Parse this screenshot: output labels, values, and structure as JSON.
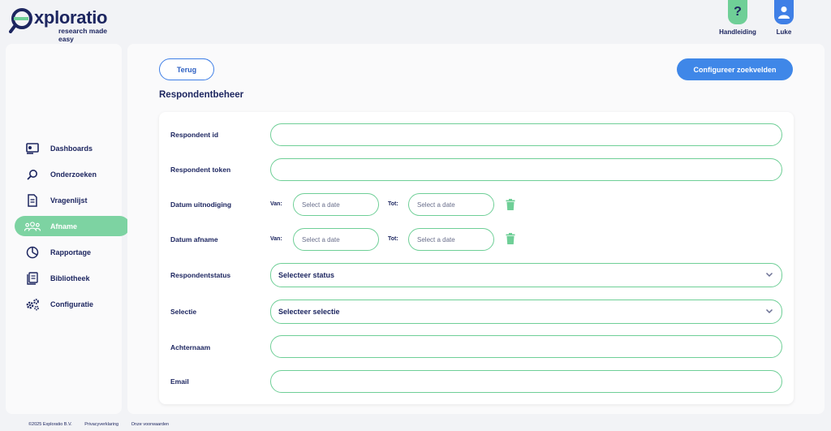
{
  "brand": {
    "name": "xploratio",
    "tagline": "research made easy",
    "mark_letter": "e"
  },
  "header": {
    "help_label": "Handleiding",
    "help_glyph": "?",
    "user_label": "Luke"
  },
  "sidebar": {
    "items": [
      {
        "label": "Dashboards",
        "icon": "dashboard-icon",
        "active": false
      },
      {
        "label": "Onderzoeken",
        "icon": "search-icon",
        "active": false
      },
      {
        "label": "Vragenlijst",
        "icon": "document-icon",
        "active": false
      },
      {
        "label": "Afname",
        "icon": "group-icon",
        "active": true
      },
      {
        "label": "Rapportage",
        "icon": "pie-chart-icon",
        "active": false
      },
      {
        "label": "Bibliotheek",
        "icon": "library-icon",
        "active": false
      },
      {
        "label": "Configuratie",
        "icon": "gears-icon",
        "active": false
      }
    ]
  },
  "main": {
    "back_label": "Terug",
    "config_label": "Configureer zoekvelden",
    "title": "Respondentbeheer"
  },
  "form": {
    "respondent_id": {
      "label": "Respondent id",
      "value": ""
    },
    "respondent_token": {
      "label": "Respondent token",
      "value": ""
    },
    "datum_uitnodiging": {
      "label": "Datum uitnodiging",
      "from_label": "Van:",
      "to_label": "Tot:",
      "from_placeholder": "Select a date",
      "to_placeholder": "Select a date"
    },
    "datum_afname": {
      "label": "Datum afname",
      "from_label": "Van:",
      "to_label": "Tot:",
      "from_placeholder": "Select a date",
      "to_placeholder": "Select a date"
    },
    "respondentstatus": {
      "label": "Respondentstatus",
      "value": "Selecteer status"
    },
    "selectie": {
      "label": "Selectie",
      "value": "Selecteer selectie"
    },
    "achternaam": {
      "label": "Achternaam",
      "value": ""
    },
    "email": {
      "label": "Email",
      "value": ""
    }
  },
  "footer": {
    "copyright": "©2025 Exploratio B.V.",
    "privacy": "Privacyverklaring",
    "terms": "Onze voorwaarden"
  },
  "colors": {
    "accent_green": "#6fcf97",
    "accent_blue": "#3f87e8",
    "navy": "#1d2660"
  }
}
